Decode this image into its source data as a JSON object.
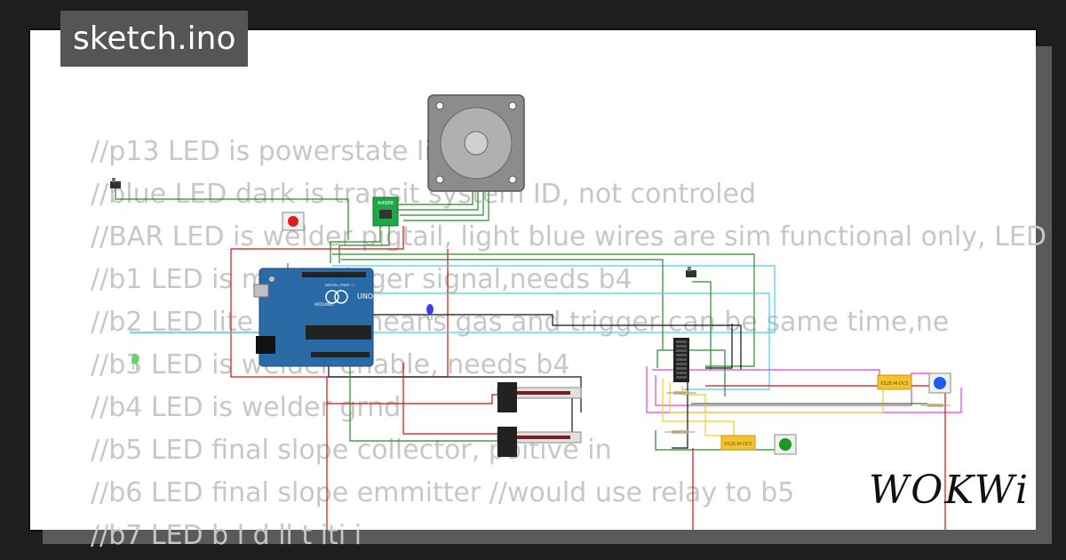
{
  "title": "sketch.ino",
  "brand": "WOKWi",
  "colors": {
    "background": "#1e1e1e",
    "card": "#ffffff",
    "title_bg": "#555555",
    "code_text": "#c7c7c7"
  },
  "code_lines": [
    "//p13 LED is powerstate ligh",
    "//blue LED dark is transit system ID, not controled",
    "//BAR LED is welder pigtail, light blue wires are sim functional only, LED",
    "//b1 LED is mach trigger signal,needs b4",
    "//b2 LED lite ia    flow means gas and trigger can be same time,ne",
    "//b3 LED is welder enable, needs b4",
    "//b4 LED is welder grnd",
    "//b5 LED final slope collector, poitive in",
    "//b6 LED final slope emmitter //would use relay to b5",
    "//b7 LED    b  l  d   ll     t    iti  i"
  ],
  "components": {
    "driver_label": "A4988",
    "board_label": "UNO",
    "board_sub": "ARDUINO",
    "board_digital": "DIGITAL (PWM ~)",
    "relay1_label": "KS2E-M-DC5",
    "relay2_label": "KS2E-M-DC5"
  }
}
